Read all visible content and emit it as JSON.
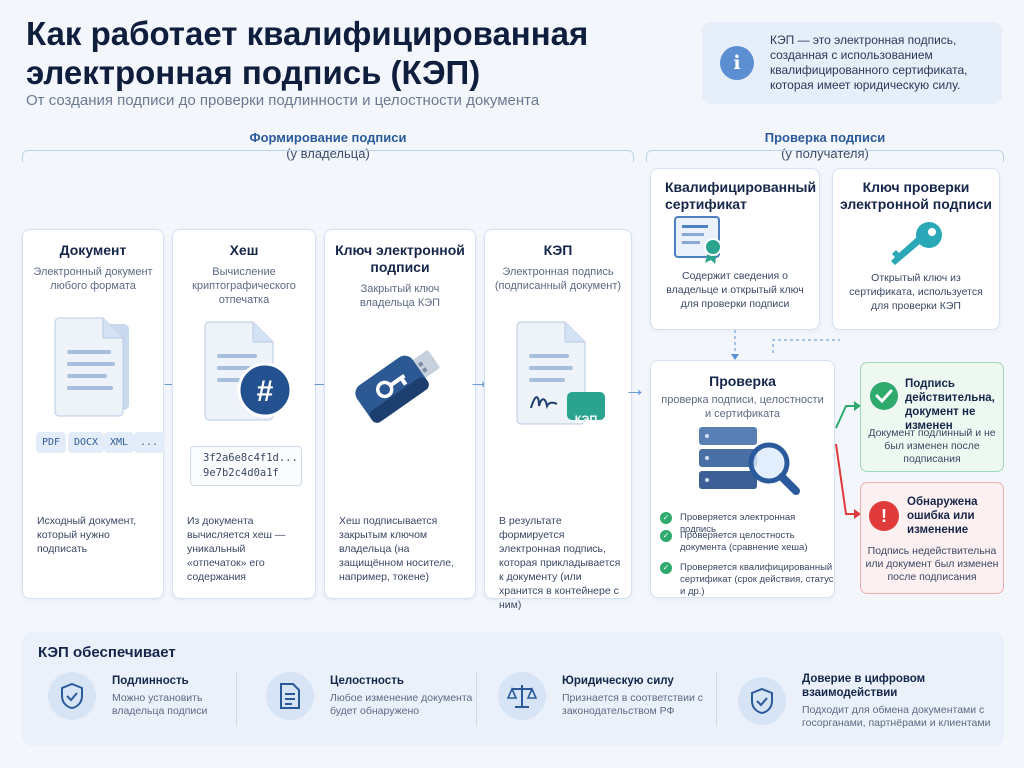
{
  "header": {
    "title": "Как работает квалифицированная электронная подпись (КЭП)",
    "subtitle": "От создания подписи до проверки подлинности и целостности документа"
  },
  "info": {
    "icon": "info-icon",
    "glyph": "i",
    "text": "КЭП — это электронная подпись, созданная с использованием квалифицированного сертификата, которая имеет юридическую силу."
  },
  "sections": {
    "signing": {
      "title": "Формирование подписи",
      "subtitle": "(у владельца)"
    },
    "verify": {
      "title": "Проверка подписи",
      "subtitle": "(у получателя)"
    }
  },
  "steps": [
    {
      "title": "Документ",
      "sub": "Электронный документ любого формата",
      "foot": "Исходный документ, который нужно подписать",
      "icon": "document-icon"
    },
    {
      "title": "Хеш",
      "sub": "Вычисление криптографического отпечатка",
      "foot": "Из документа вычисляется хеш — уникальный «отпечаток» его содержания",
      "icon": "hash-document-icon"
    },
    {
      "title": "Ключ электронной подписи",
      "sub": "Закрытый ключ владельца КЭП",
      "foot": "Хеш подписывается закрытым ключом владельца (на защищённом носителе, например, токене)",
      "icon": "usb-token-icon"
    },
    {
      "title": "КЭП",
      "sub": "Электронная подпись (подписанный документ)",
      "foot": "В результате формируется электронная подпись, которая прикладывается к документу (или хранится в контейнере с ним)",
      "icon": "signed-document-icon"
    }
  ],
  "formats": [
    "PDF",
    "DOCX",
    "XML",
    "..."
  ],
  "hash_value": [
    "3f2a6e8c4f1d...",
    "9e7b2c4d0a1f"
  ],
  "hash_glyph": "#",
  "kep_badge": "КЭП",
  "cert": {
    "title": "Квалифицированный сертификат",
    "text": "Содержит сведения о владельце и открытый ключ для проверки подписи",
    "icon": "certificate-icon"
  },
  "pubkey": {
    "title": "Ключ проверки электронной подписи",
    "text": "Открытый ключ из сертификата, используется для проверки КЭП",
    "icon": "key-icon"
  },
  "check": {
    "title": "Проверка",
    "sub": "проверка подписи, целостности и сертификата",
    "icon": "server-magnifier-icon",
    "items": [
      "Проверяется электронная подпись",
      "Проверяется целостность документа (сравнение хеша)",
      "Проверяется квалифицированный сертификат (срок действия, статус и др.)"
    ]
  },
  "result_ok": {
    "title": "Подпись действительна, документ не изменен",
    "text": "Документ подлинный и не был изменен после подписания",
    "icon": "check-circle-icon",
    "color": "#2eaa6e"
  },
  "result_err": {
    "title": "Обнаружена ошибка или изменение",
    "text": "Подпись недействительна или документ был изменен после подписания",
    "icon": "error-circle-icon",
    "glyph": "!",
    "color": "#e03a3a"
  },
  "benefits": {
    "title": "КЭП обеспечивает",
    "items": [
      {
        "title": "Подлинность",
        "text": "Можно установить владельца подписи",
        "icon": "shield-check-icon"
      },
      {
        "title": "Целостность",
        "text": "Любое изменение документа будет обнаружено",
        "icon": "document-lines-icon"
      },
      {
        "title": "Юридическую силу",
        "text": "Признается в соответствии с законодательством РФ",
        "icon": "scales-icon"
      },
      {
        "title": "Доверие в цифровом взаимодействии",
        "text": "Подходит для обмена документами с госорганами, партнёрами и клиентами",
        "icon": "shield-check-icon"
      }
    ]
  },
  "colors": {
    "accent": "#2b5a9a",
    "arrow": "#5b8fd1",
    "ok": "#2eaa6e",
    "error": "#e03a3a",
    "key": "#2aa8b8"
  }
}
